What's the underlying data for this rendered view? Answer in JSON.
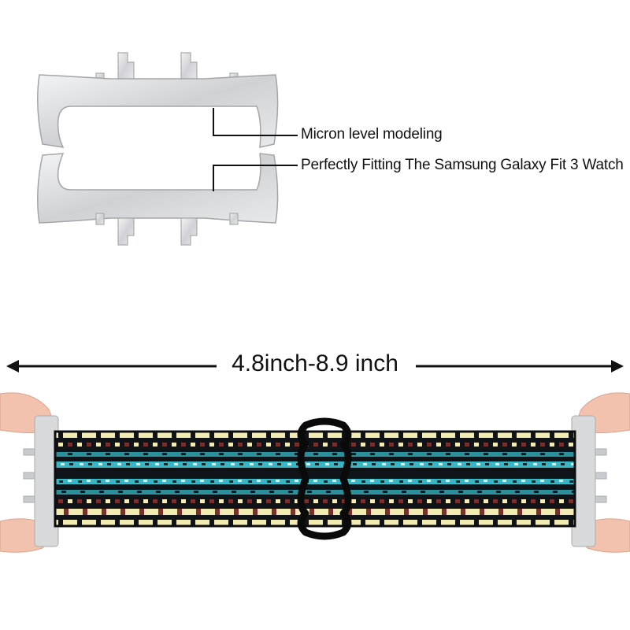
{
  "product_view": {
    "connector_callouts": [
      "Micron level modeling",
      "Perfectly Fitting The Samsung Galaxy Fit 3 Watch"
    ]
  },
  "band_view": {
    "length_range": "4.8inch-8.9 inch"
  },
  "colors": {
    "metal": "#d8d9db",
    "metal_edge": "#a9abae",
    "band_base": "#101418",
    "band_teal": "#38b6c4",
    "band_cream": "#f3ebb4",
    "band_maroon": "#7a2f2a",
    "loop_black": "#0a0a0a",
    "skin": "#f3c2ae"
  }
}
